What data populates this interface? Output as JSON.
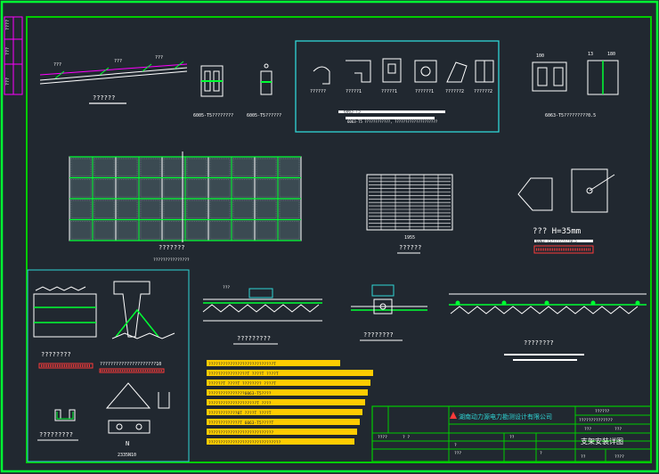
{
  "side_tab": {
    "labels": [
      "????",
      "???",
      "???"
    ]
  },
  "details": {
    "rail_section": {
      "title": "??????",
      "dims": [
        "???",
        "???",
        "???"
      ]
    },
    "profile_a": {
      "caption": "6005-T5????????"
    },
    "profile_b": {
      "caption": "6005-T5??????"
    },
    "clamp_group": {
      "labels": [
        "??????",
        "?????1",
        "?????1",
        "??????1",
        "??????2",
        "??????2"
      ],
      "note": "6063-T5",
      "subnote": "6063-T5 ????????????, ????????????????????"
    },
    "small_profile": {
      "dims": [
        "100",
        "13",
        "180"
      ],
      "caption": "6063-T5?????????0.5"
    },
    "panel_plan": {
      "caption": "???????",
      "subcaption": "???????????????"
    },
    "module_grid": {
      "caption": "??????",
      "dim": "1955"
    },
    "anchor_bolt": {
      "caption": "??? H=35mm",
      "subcaption": "6063-T5?????????0.5"
    },
    "inset_section": {
      "caption": "????????",
      "subcaption": "?????????????????????10"
    },
    "bracket_a": {
      "caption": "?????????"
    },
    "n_bracket": {
      "caption": "N",
      "subcaption": "2335N10"
    },
    "mid_section_a": {
      "caption": "?????????"
    },
    "mid_section_b": {
      "caption": "????????"
    },
    "long_section": {
      "caption": "????????"
    },
    "ridge_label": "???"
  },
  "notes_block": {
    "lines": [
      "???????????????????????????T",
      "????????????????T  ????T  ????T",
      "??????T  ????T  ????????  ????T",
      "???????????????6063-T5????",
      "????????????????????T  ????",
      "????????????0T  ????T  ????T",
      "?????????????T  6063-T5????T",
      "???????????????????????????",
      "??????????????????????????????"
    ]
  },
  "title_block": {
    "company": "湖南动力源电力勘测设计有限公司",
    "drawing_title": "支架安装详图",
    "fields": [
      "??????",
      "??????????????",
      "???",
      "???",
      "????"
    ],
    "rows": [
      "????",
      "?  ?",
      "?",
      "???",
      "??",
      "?"
    ],
    "sheet_no": "??"
  },
  "colors": {
    "background": "#212830",
    "border": "#00ff33",
    "inner_border": "#00cc00",
    "accent_magenta": "#ff00ff",
    "accent_cyan": "#2fd6d6",
    "hatch_yellow": "#ffcc00",
    "red_text": "#ff3a3a",
    "label_white": "#ffffff"
  }
}
